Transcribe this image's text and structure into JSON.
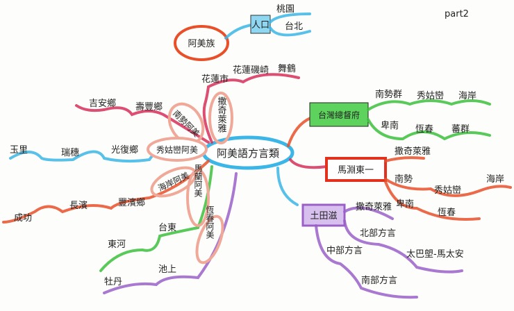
{
  "corner_label": "part2",
  "colors": {
    "cyan": "#3bb6e6",
    "red": "#e8502a",
    "crimson": "#d6305a",
    "pink": "#f0a898",
    "green": "#3cbf3c",
    "purple": "#9a60c8",
    "redbox": "#e2321e"
  },
  "top": {
    "tribe": "阿美族",
    "population": "人口",
    "places": [
      "桃園",
      "台北"
    ]
  },
  "center": "阿美語方言類",
  "left": {
    "hualien": [
      "花蓮市",
      "花蓮磯崎",
      "舞鶴"
    ],
    "sakizaya": "撒奇萊雅",
    "nanshi": {
      "label": "南勢阿美",
      "places": [
        "壽豐鄉",
        "吉安鄉"
      ]
    },
    "xiuguluan": {
      "label": "秀姑巒阿美",
      "places": [
        "光復鄉",
        "瑞穗",
        "玉里"
      ]
    },
    "coast": {
      "label": "海岸阿美",
      "places": [
        "豐濱鄉",
        "長濱",
        "成功"
      ]
    },
    "malan": {
      "label": "馬蘭阿美",
      "places": [
        "台東",
        "東河"
      ]
    },
    "hengchun": {
      "label": "恆春阿美",
      "places": [
        "池上",
        "牡丹"
      ]
    }
  },
  "right": {
    "governor": {
      "label": "台灣總督府",
      "row1": [
        "南勢群",
        "秀姑巒",
        "海岸"
      ],
      "row2": [
        "卑南",
        "恆春",
        "蕃群"
      ]
    },
    "mabuchi": {
      "label": "馬淵東一",
      "items": [
        "撒奇萊雅",
        "南勢",
        "秀姑巒",
        "海岸",
        "卑南",
        "恆春"
      ]
    },
    "tsuchida": {
      "label": "土田滋",
      "items": [
        "撒奇萊雅",
        "北部方言",
        "太巴塱-馬太安",
        "中部方言",
        "南部方言"
      ]
    }
  }
}
